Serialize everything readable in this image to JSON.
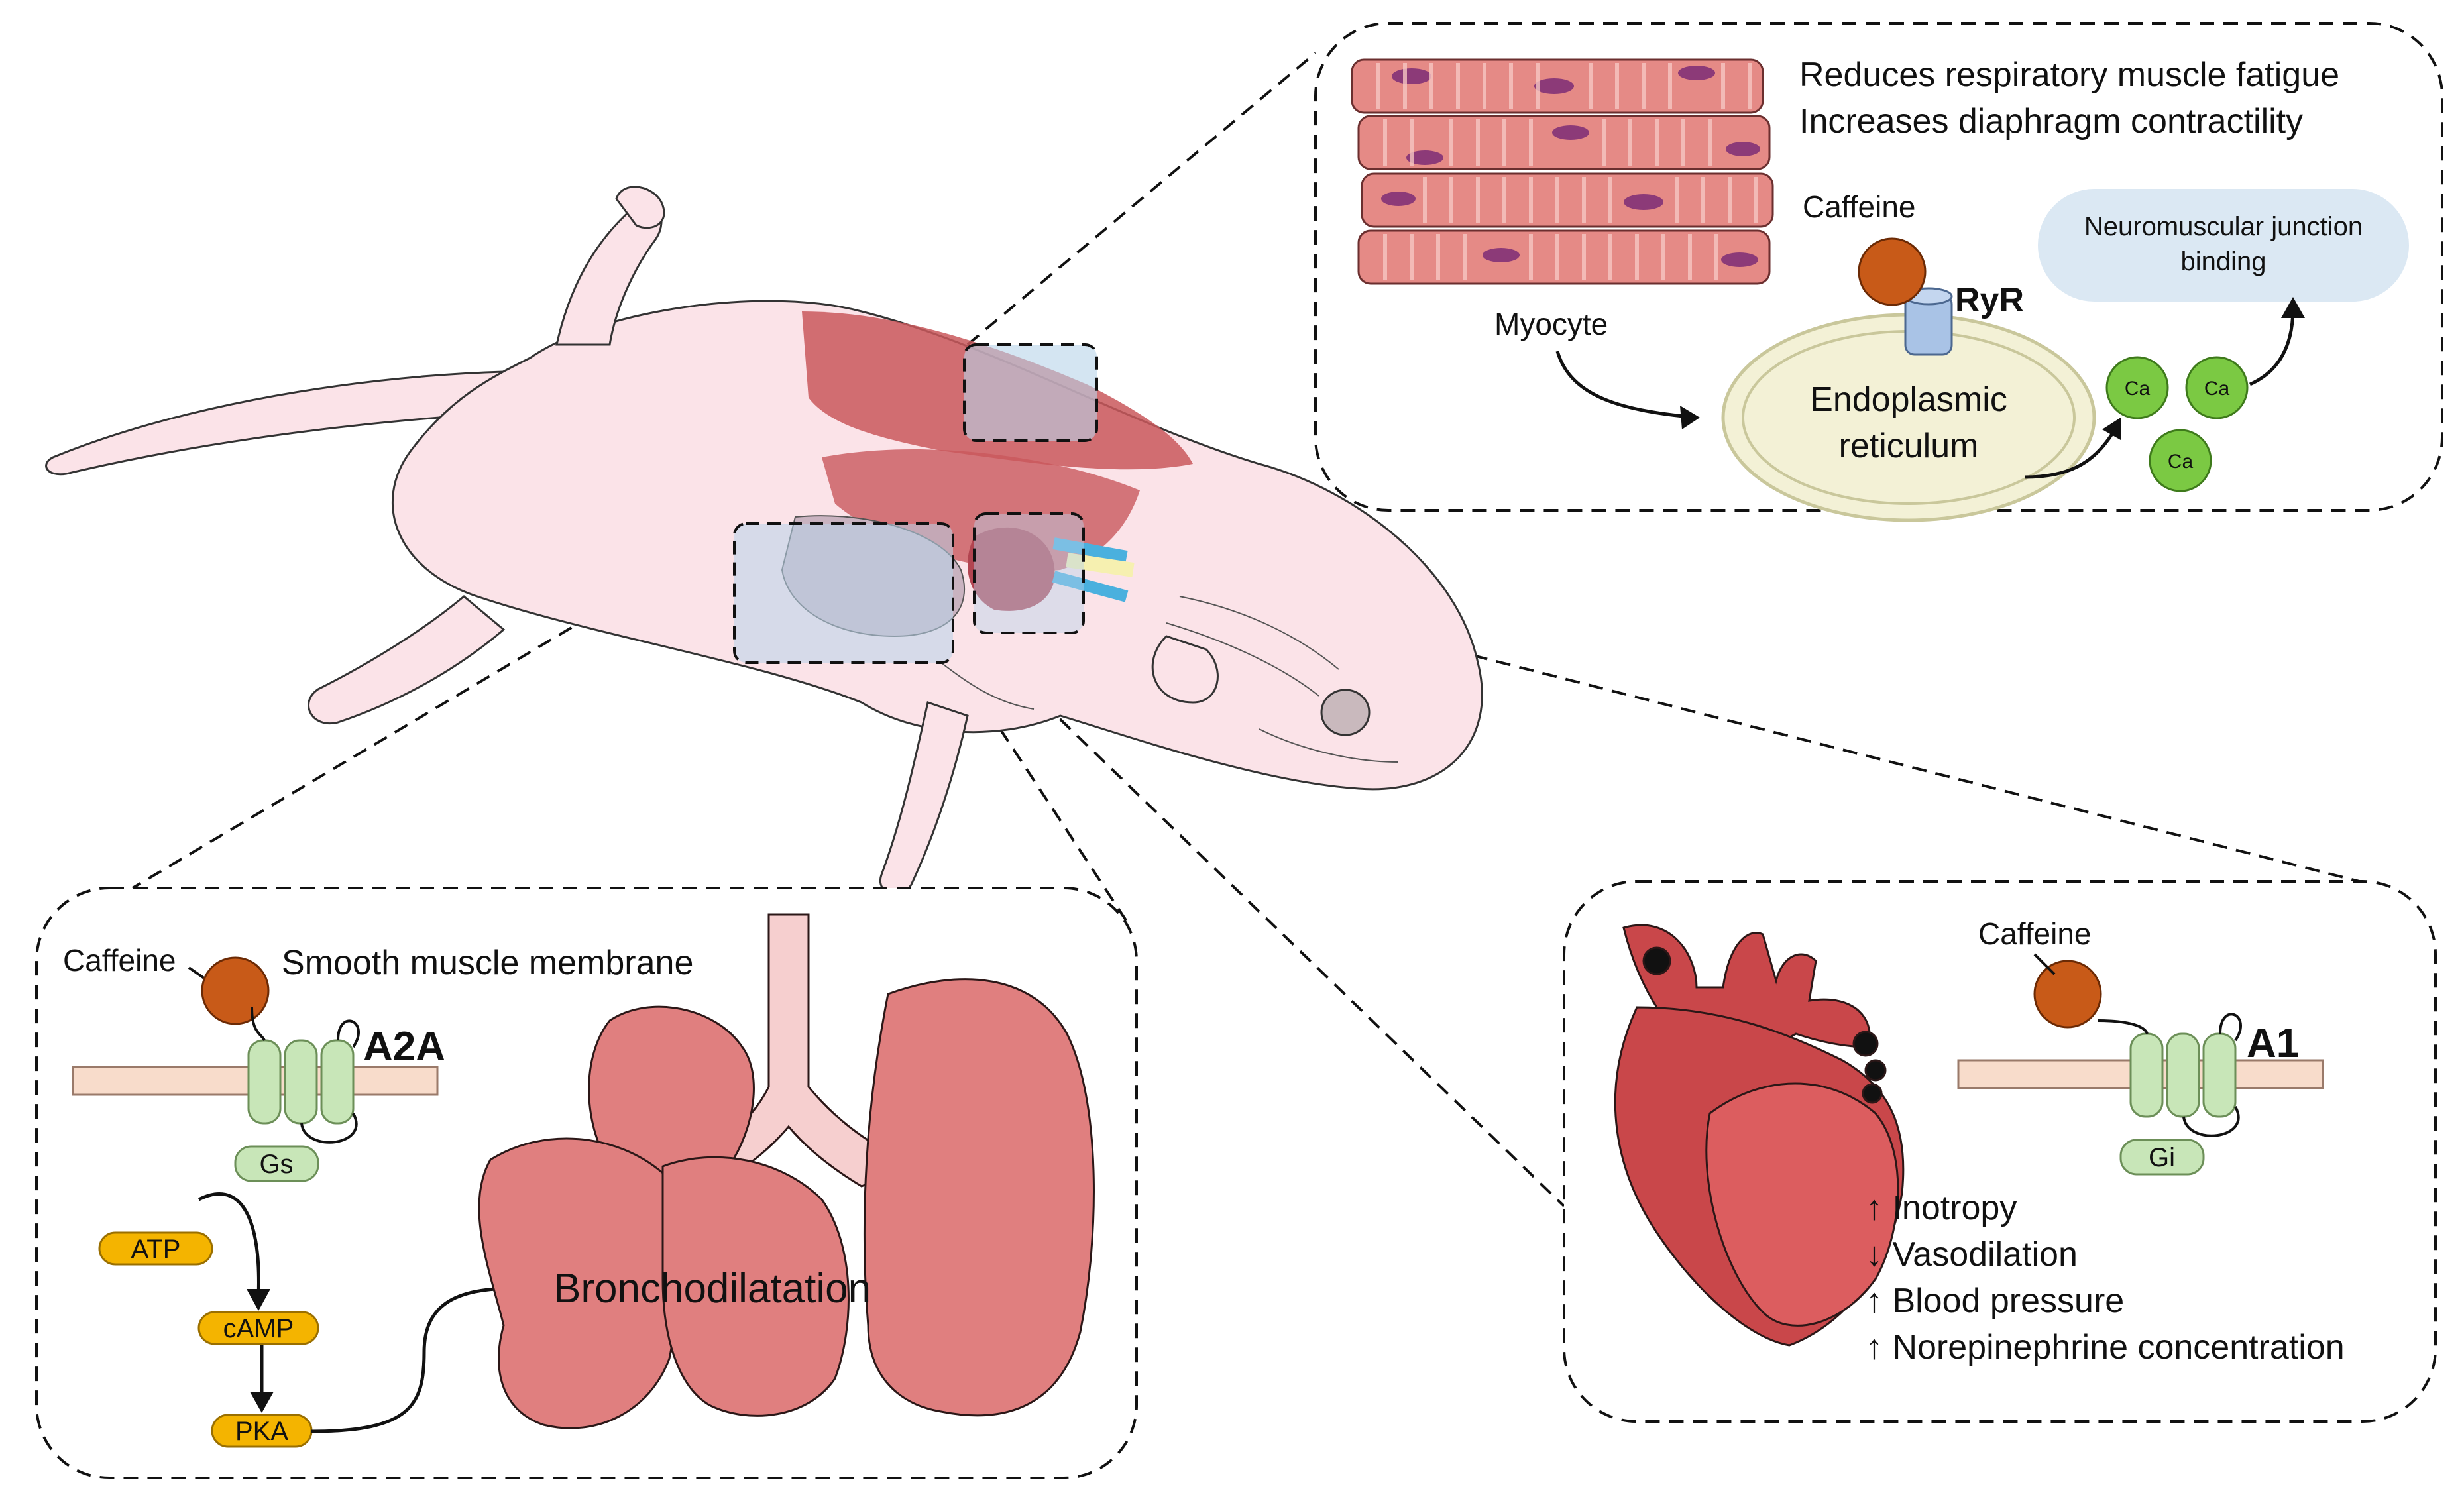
{
  "muscle_panel": {
    "effect_line1": "Reduces respiratory muscle fatigue",
    "effect_line2": "Increases diaphragm contractility",
    "caffeine_label": "Caffeine",
    "receptor_label": "RyR",
    "myocyte_label": "Myocyte",
    "er_line1": "Endoplasmic",
    "er_line2": "reticulum",
    "nmj_line1": "Neuromuscular junction",
    "nmj_line2": "binding",
    "calcium_label": "Ca"
  },
  "lung_panel": {
    "caffeine_label": "Caffeine",
    "membrane_label": "Smooth muscle membrane",
    "receptor_label": "A2A",
    "gprotein_label": "Gs",
    "pathway": [
      "ATP",
      "cAMP",
      "PKA"
    ],
    "outcome_label": "Bronchodilatation"
  },
  "heart_panel": {
    "caffeine_label": "Caffeine",
    "receptor_label": "A1",
    "gprotein_label": "Gi",
    "effects": [
      "↑ Inotropy",
      "↓ Vasodilation",
      "↑ Blood pressure",
      "↑ Norepinephrine concentration"
    ]
  },
  "colors": {
    "muscle": "#e58a86",
    "lung": "#e07f7f",
    "heart": "#c9474a",
    "caffeine": "#c85a18",
    "receptor": "#c8e6b8",
    "membrane": "#f8dccb",
    "enzyme": "#f4b400",
    "calcium": "#7bc943",
    "er_fill": "#f3f1d6",
    "nmj_fill": "#dbe8f3",
    "rat_body": "#fbe3e8"
  }
}
